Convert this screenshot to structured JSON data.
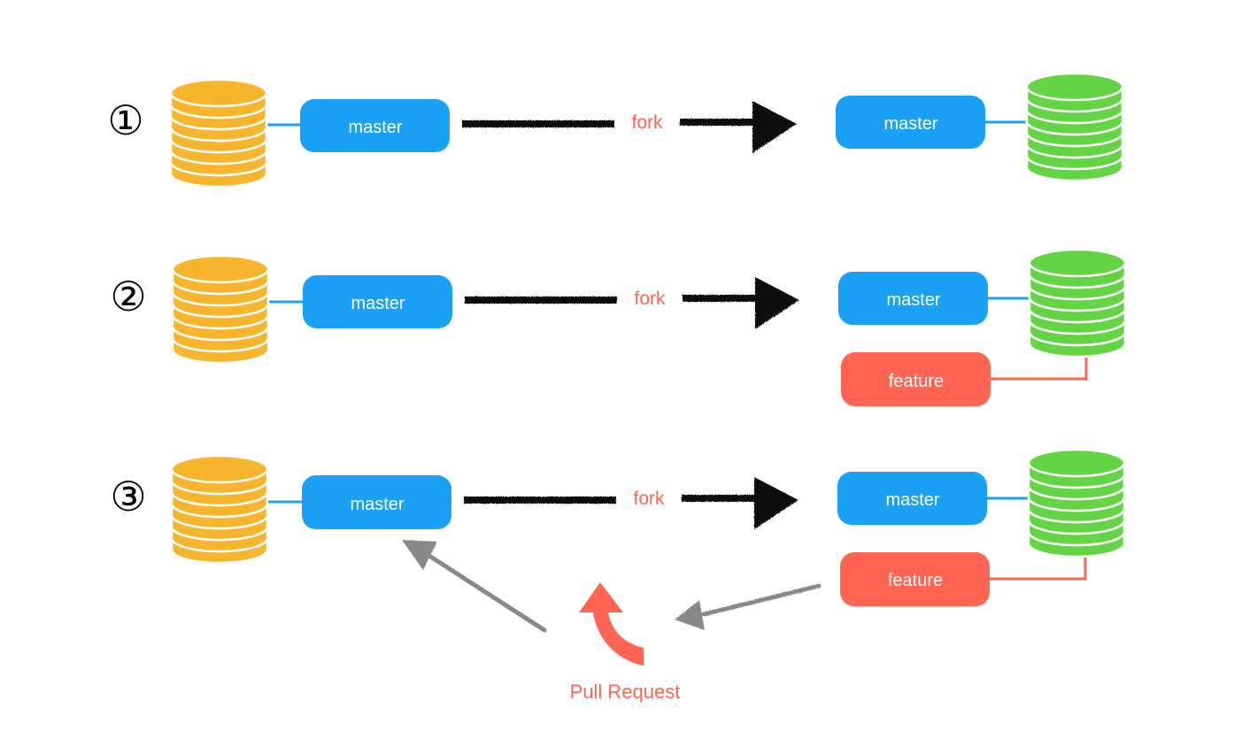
{
  "colors": {
    "upstream_repo": "#f7b52d",
    "fork_repo": "#63d444",
    "master_branch": "#1aa0f5",
    "feature_branch": "#ff6552",
    "fork_arrow": "#111111",
    "pull_request_arrow": "#888888",
    "accent_text": "#ff6552"
  },
  "steps": [
    {
      "number": "①",
      "upstream_branch": "master",
      "fork_label": "fork",
      "fork_branches": [
        "master"
      ]
    },
    {
      "number": "②",
      "upstream_branch": "master",
      "fork_label": "fork",
      "fork_branches": [
        "master",
        "feature"
      ]
    },
    {
      "number": "③",
      "upstream_branch": "master",
      "fork_label": "fork",
      "fork_branches": [
        "master",
        "feature"
      ]
    }
  ],
  "pull_request": {
    "label": "Pull Request"
  },
  "icons": [
    "database-icon",
    "curved-arrow-icon"
  ]
}
